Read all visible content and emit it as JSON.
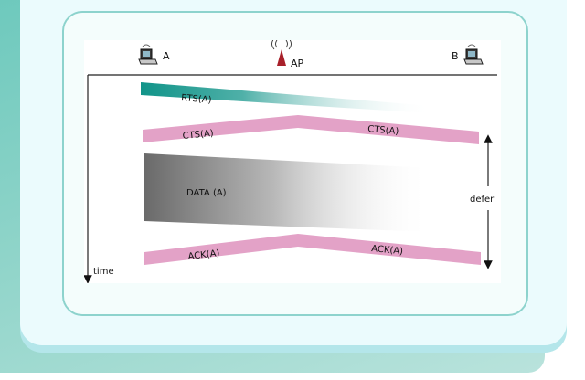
{
  "nodes": {
    "a": "A",
    "ap": "AP",
    "b": "B"
  },
  "messages": {
    "rts": "RTS(A)",
    "cts_left": "CTS(A)",
    "cts_right": "CTS(A)",
    "data": "DATA (A)",
    "ack_left": "ACK(A)",
    "ack_right": "ACK(A)"
  },
  "side_labels": {
    "defer": "defer",
    "time": "time"
  },
  "colors": {
    "rts": "#119489",
    "cts_ack": "#e3a2c7",
    "data": "#707070",
    "frame_border": "#8dd3cd",
    "card": "#ebfbfd"
  }
}
